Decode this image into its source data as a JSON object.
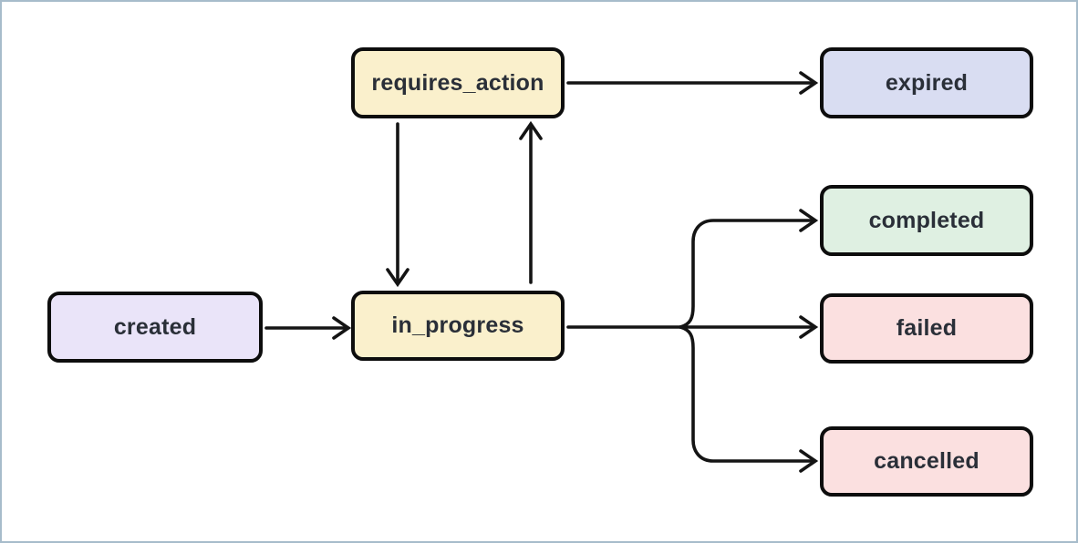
{
  "canvas": {
    "background": "#ffffff",
    "border_color": "#a7bccb"
  },
  "palette": {
    "node_border": "#0d0d0d",
    "edge_color": "#141414",
    "text_color": "#2a2f38",
    "yellow_fill": "#faf0cc",
    "lilac_fill": "#eae4f9",
    "periwinkle_fill": "#d9ddf2",
    "green_fill": "#dff0e2",
    "pink_fill": "#fbe0e0"
  },
  "diagram": {
    "type": "state-flow",
    "nodes": [
      {
        "id": "created",
        "label": "created",
        "fill": "#eae4f9"
      },
      {
        "id": "requires_action",
        "label": "requires_action",
        "fill": "#faf0cc"
      },
      {
        "id": "in_progress",
        "label": "in_progress",
        "fill": "#faf0cc"
      },
      {
        "id": "expired",
        "label": "expired",
        "fill": "#d9ddf2"
      },
      {
        "id": "completed",
        "label": "completed",
        "fill": "#dff0e2"
      },
      {
        "id": "failed",
        "label": "failed",
        "fill": "#fbe0e0"
      },
      {
        "id": "cancelled",
        "label": "cancelled",
        "fill": "#fbe0e0"
      }
    ],
    "edges": [
      {
        "from": "created",
        "to": "in_progress"
      },
      {
        "from": "requires_action",
        "to": "in_progress"
      },
      {
        "from": "in_progress",
        "to": "requires_action"
      },
      {
        "from": "requires_action",
        "to": "expired"
      },
      {
        "from": "in_progress",
        "to": "completed"
      },
      {
        "from": "in_progress",
        "to": "failed"
      },
      {
        "from": "in_progress",
        "to": "cancelled"
      }
    ]
  }
}
